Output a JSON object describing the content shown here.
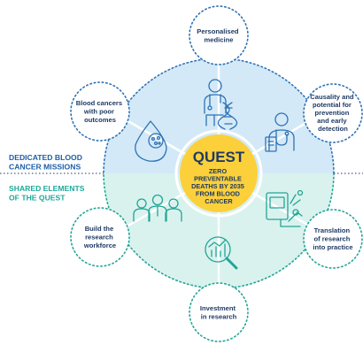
{
  "center": {
    "title": "QUEST",
    "subtitle_lines": [
      "ZERO",
      "PREVENTABLE",
      "DEATHS BY 2035",
      "FROM BLOOD",
      "CANCER"
    ]
  },
  "side_labels": {
    "missions": [
      "DEDICATED BLOOD",
      "CANCER MISSIONS"
    ],
    "shared": [
      "SHARED ELEMENTS",
      "OF THE QUEST"
    ]
  },
  "bubbles": {
    "personalised_medicine": [
      "Personalised",
      "medicine"
    ],
    "causality": [
      "Causality and",
      "potential for",
      "prevention",
      "and early",
      "detection"
    ],
    "translation": [
      "Translation",
      "of research",
      "into practice"
    ],
    "investment": [
      "Investment",
      "in research"
    ],
    "workforce": [
      "Build the",
      "research",
      "workforce"
    ],
    "blood_cancers": [
      "Blood cancers",
      "with poor",
      "outcomes"
    ]
  },
  "colors": {
    "navy": "#1f3a64",
    "blue_text": "#1e5ea8",
    "teal_text": "#1ea99a",
    "top_fill": "#d3e9f7",
    "bottom_fill": "#d9f2ee",
    "center_fill": "#fbd03a",
    "icon_blue": "#2e72b5",
    "icon_teal": "#22a596"
  },
  "icons": [
    "doctor-dna-icon",
    "clinician-clipboard-icon",
    "microscope-cell-icon",
    "magnifier-chart-icon",
    "team-people-icon",
    "blood-drop-cells-icon"
  ]
}
